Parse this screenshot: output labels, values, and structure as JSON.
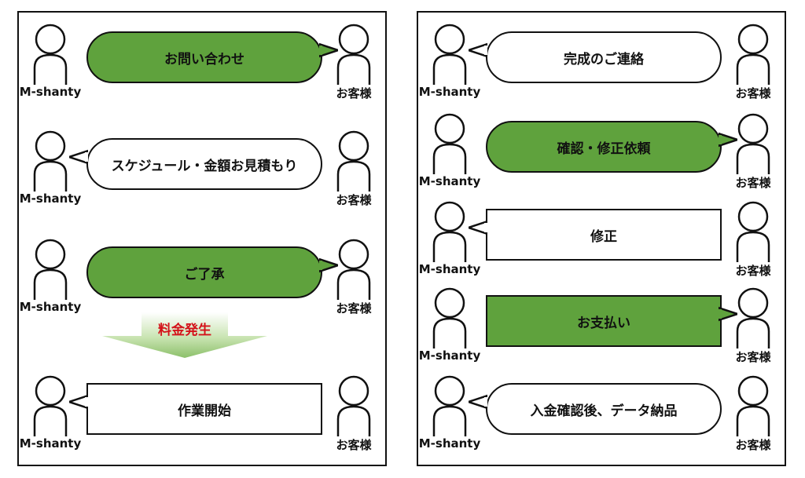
{
  "labels": {
    "agent": "M-shanty",
    "customer": "お客様"
  },
  "left_flow": [
    {
      "text": "お問い合わせ",
      "style": "green",
      "shape": "rounded",
      "speaker": "agent"
    },
    {
      "text": "スケジュール・金額お見積もり",
      "style": "white",
      "shape": "rounded",
      "speaker": "customer"
    },
    {
      "text": "ご了承",
      "style": "green",
      "shape": "rounded",
      "speaker": "agent"
    },
    {
      "text": "作業開始",
      "style": "white",
      "shape": "square",
      "speaker": "customer"
    }
  ],
  "arrow": {
    "label": "料金発生"
  },
  "right_flow": [
    {
      "text": "完成のご連絡",
      "style": "white",
      "shape": "rounded",
      "speaker": "customer"
    },
    {
      "text": "確認・修正依頼",
      "style": "green",
      "shape": "rounded",
      "speaker": "agent"
    },
    {
      "text": "修正",
      "style": "white",
      "shape": "square",
      "speaker": "customer"
    },
    {
      "text": "お支払い",
      "style": "green",
      "shape": "square",
      "speaker": "agent"
    },
    {
      "text": "入金確認後、データ納品",
      "style": "white",
      "shape": "rounded",
      "speaker": "customer"
    }
  ],
  "colors": {
    "green": "#5fa23d",
    "arrow_label": "#d4121a",
    "outline": "#111111"
  }
}
